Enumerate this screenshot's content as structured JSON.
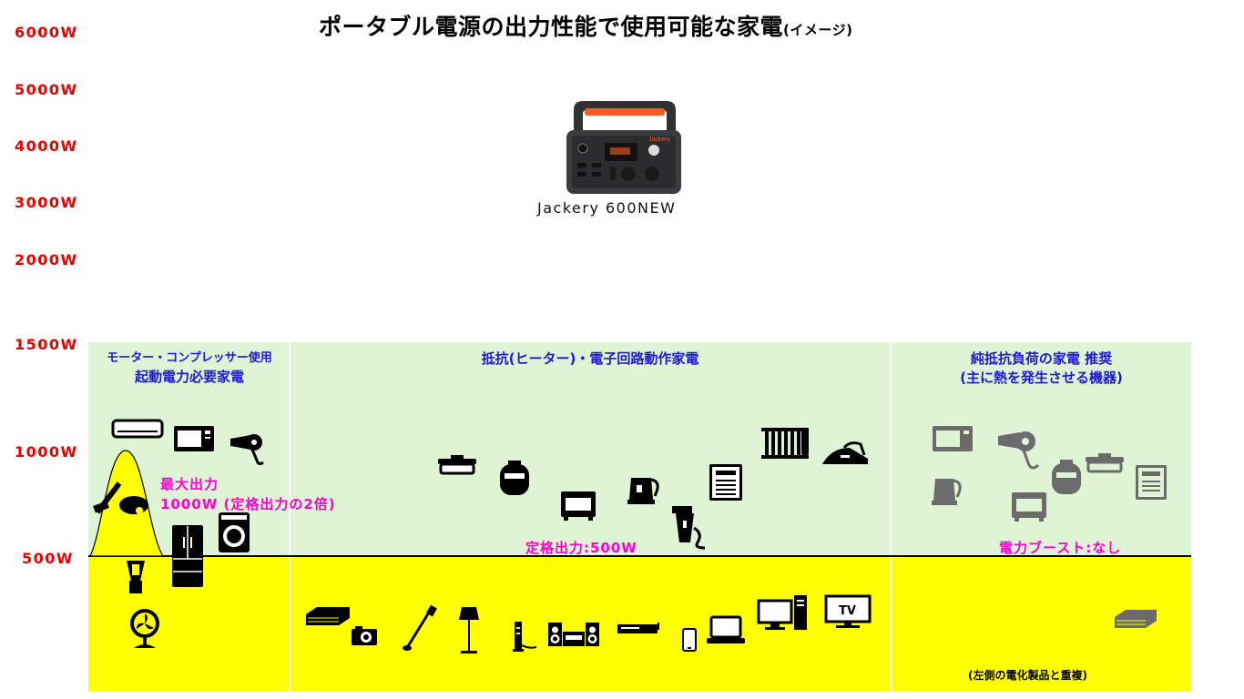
{
  "title": "ポータブル電源の出力性能で使用可能な家電",
  "title_note": "(イメージ)",
  "y_axis_labels": [
    "6000W",
    "5000W",
    "4000W",
    "3000W",
    "2000W",
    "1500W",
    "1000W",
    "500W"
  ],
  "product": {
    "name": "Jackery 600NEW"
  },
  "categories": [
    {
      "heading_line1": "モーター・コンプレッサー使用",
      "heading_line2": "起動電力必要家電"
    },
    {
      "heading_line1": "抵抗(ヒーター)・電子回路動作家電",
      "heading_line2": ""
    },
    {
      "heading_line1": "純抵抗負荷の家電 推奨",
      "heading_line2": "(主に熱を発生させる機器)"
    }
  ],
  "annotations": {
    "max_output_line1": "最大出力",
    "max_output_line2": "1000W (定格出力の2倍)",
    "rated_output": "定格出力:500W",
    "power_boost": "電力ブースト:なし",
    "overlap_note": "(左側の電化製品と重複)"
  },
  "levels": {
    "rated_output_w": 500,
    "max_output_w": 1000,
    "power_boost": "なし"
  },
  "colors": {
    "supported_zone": "#ffff00",
    "unsupported_zone": "#dff3d5",
    "axis_labels": "#e60000",
    "category_heading": "#1a1ad6",
    "annotation": "#ff00cc",
    "product_accent": "#ff5a1f"
  },
  "icons": [
    "air-conditioner-icon",
    "microwave-icon",
    "hair-dryer-icon",
    "vacuum-cleaner-icon",
    "refrigerator-icon",
    "washing-machine-icon",
    "blender-icon",
    "electric-fan-icon",
    "hot-plate-icon",
    "rice-cooker-icon",
    "toaster-oven-icon",
    "electric-kettle-icon",
    "water-heater-icon",
    "space-heater-icon",
    "oil-heater-icon",
    "clothes-iron-icon",
    "electric-blanket-icon",
    "camera-icon",
    "stick-vacuum-icon",
    "floor-lamp-icon",
    "router-icon",
    "stereo-icon",
    "dvd-recorder-icon",
    "smartphone-icon",
    "laptop-icon",
    "desktop-pc-icon",
    "tv-icon"
  ]
}
